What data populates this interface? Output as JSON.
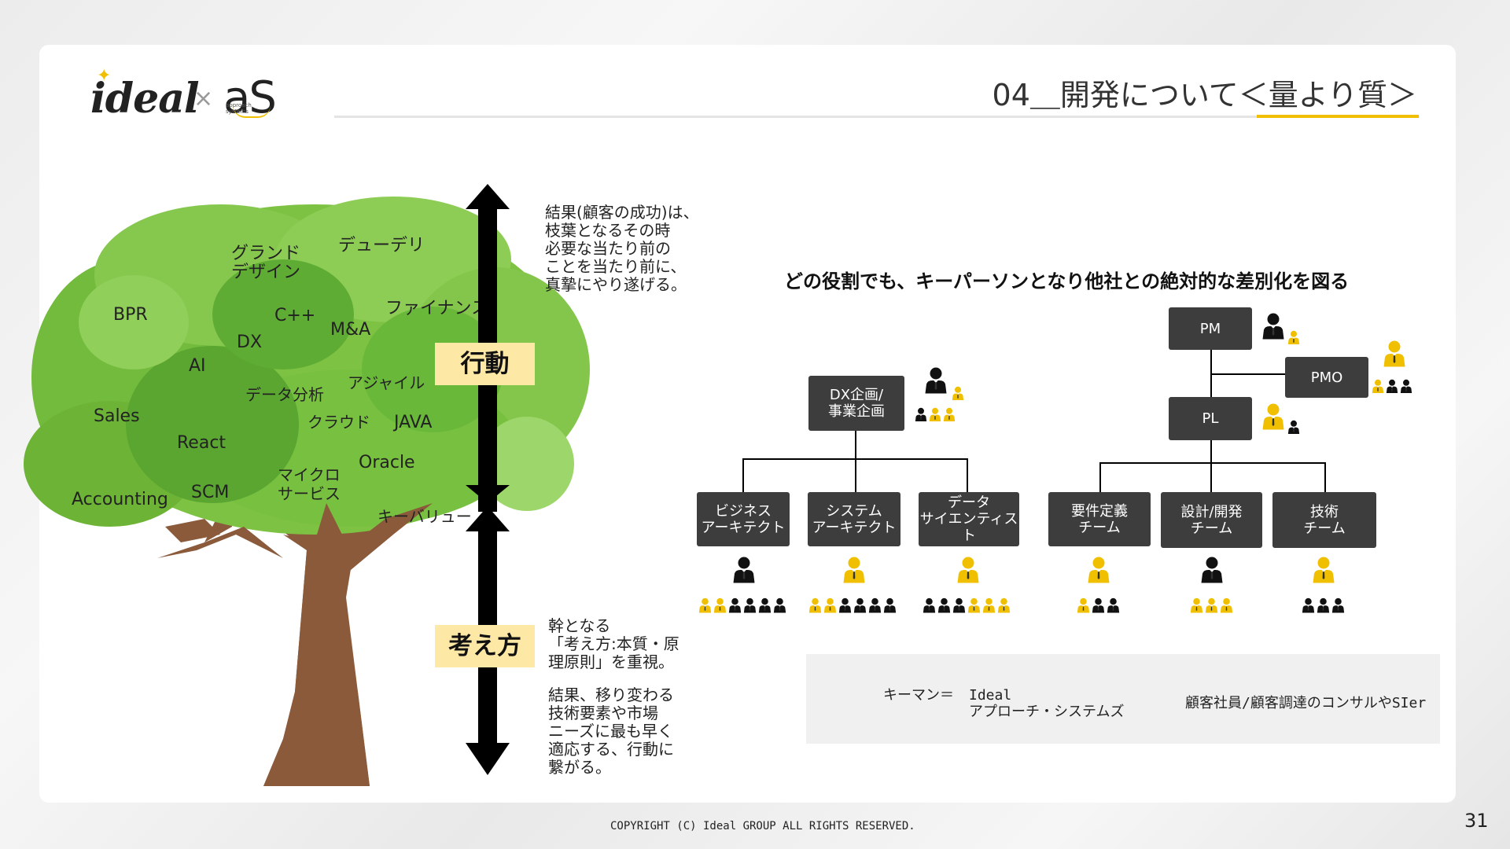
{
  "header": {
    "logo_ideal": "ideal",
    "logo_times": "×",
    "logo_as": "aS",
    "logo_as_sub": "approach\nsystems",
    "title": "04＿開発について＜量より質＞"
  },
  "tree": {
    "words": [
      "グランド\nデザイン",
      "デューデリ",
      "BPR",
      "C++",
      "ファイナンス",
      "DX",
      "M&A",
      "AI",
      "アジャイル",
      "データ分析",
      "Sales",
      "クラウド",
      "JAVA",
      "React",
      "Oracle",
      "マイクロ\nサービス",
      "Accounting",
      "SCM",
      "キーバリュー"
    ]
  },
  "axis": {
    "top_label": "行動",
    "bottom_label": "考え方",
    "top_text": "結果(顧客の成功)は、\n枝葉となるその時\n必要な当たり前の\nことを当たり前に、\n真摯にやり遂げる。",
    "bottom_text_1": "幹となる\n「考え方:本質・原\n理原則」を重視。",
    "bottom_text_2": "結果、移り変わる\n技術要素や市場\nニーズに最も早く\n適応する、行動に\n繋がる。"
  },
  "org": {
    "subtitle": "どの役割でも、キーパーソンとなり他社との絶対的な差別化を図る",
    "dx_box": "DX企画/\n事業企画",
    "pm_box": "PM",
    "pmo_box": "PMO",
    "pl_box": "PL",
    "left_roles": [
      "ビジネス\nアーキテクト",
      "システム\nアーキテクト",
      "データ\nサイエンティス\nト"
    ],
    "right_roles": [
      "要件定義\nチーム",
      "設計/開発\nチーム",
      "技術\nチーム"
    ]
  },
  "legend": {
    "key_label": "キーマン＝",
    "key_desc": "Ideal\nアプローチ・システムズ",
    "client_desc": "顧客社員/顧客調達のコンサルやSIer"
  },
  "colors": {
    "accent": "#f0c000",
    "box": "#3d3d3d",
    "label_bg": "#fde9a5"
  },
  "footer": {
    "copyright": "COPYRIGHT (C) Ideal GROUP ALL RIGHTS RESERVED.",
    "page": "31"
  }
}
